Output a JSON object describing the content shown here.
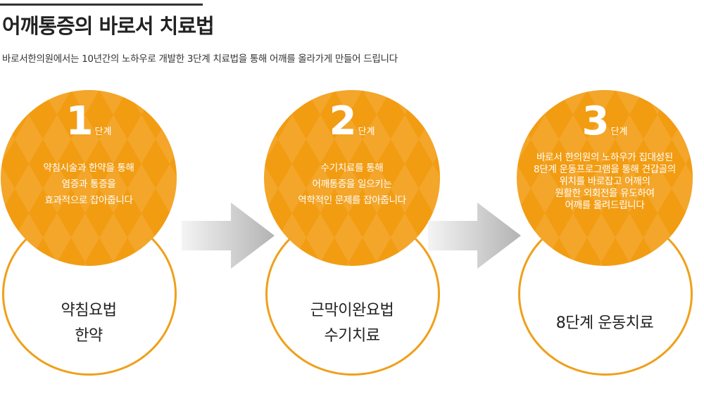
{
  "header": {
    "title": "어깨통증의 바로서 치료법",
    "subtitle": "바로서한의원에서는 10년간의 노하우로 개발한 3단계 치료법을 통해 어깨를 올라가게 만들어 드립니다"
  },
  "colors": {
    "accent": "#f29c12",
    "ring": "#efa01a",
    "arrow": "#b9b9b9"
  },
  "icons": {
    "step_arrow": "right-arrow-icon"
  },
  "steps": [
    {
      "number": "1",
      "unit": "단계",
      "description": [
        "약침시술과 한약을 통해",
        "염증과 통증을",
        "효과적으로 잡아줍니다"
      ],
      "label": [
        "약침요법",
        "한약"
      ]
    },
    {
      "number": "2",
      "unit": "단계",
      "description": [
        "수기치료를 통해",
        "어깨통증을 일으키는",
        "역학적인 문제를 잡아줍니다"
      ],
      "label": [
        "근막이완요법",
        "수기치료"
      ]
    },
    {
      "number": "3",
      "unit": "단계",
      "description": [
        "바로서 한의원의 노하우가 집대성된",
        "8단계 운동프로그램을 통해 견갑골의",
        "위치를 바로잡고 어깨의",
        "원활한 외회전을 유도하여",
        "어깨를 올려드립니다"
      ],
      "label": [
        "8단계 운동치료"
      ]
    }
  ]
}
